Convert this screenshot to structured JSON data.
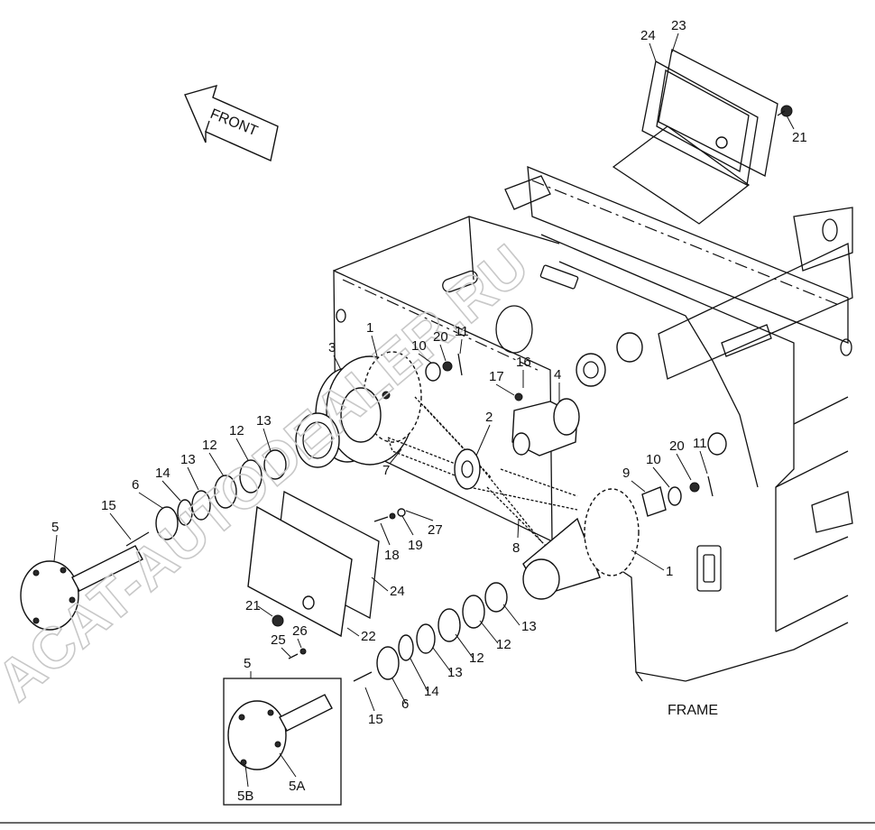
{
  "diagram": {
    "front_label": "FRONT",
    "frame_label": "FRAME",
    "watermark": "ACAT-AUTODEALER.RU",
    "callouts": [
      {
        "id": "c23",
        "text": "23"
      },
      {
        "id": "c24a",
        "text": "24"
      },
      {
        "id": "c21a",
        "text": "21"
      },
      {
        "id": "c1a",
        "text": "1"
      },
      {
        "id": "c3",
        "text": "3"
      },
      {
        "id": "c10a",
        "text": "10"
      },
      {
        "id": "c20a",
        "text": "20"
      },
      {
        "id": "c11a",
        "text": "11"
      },
      {
        "id": "c17",
        "text": "17"
      },
      {
        "id": "c16",
        "text": "16"
      },
      {
        "id": "c4",
        "text": "4"
      },
      {
        "id": "c2",
        "text": "2"
      },
      {
        "id": "c7",
        "text": "7"
      },
      {
        "id": "c13a",
        "text": "13"
      },
      {
        "id": "c12a",
        "text": "12"
      },
      {
        "id": "c13b",
        "text": "13"
      },
      {
        "id": "c12b",
        "text": "12"
      },
      {
        "id": "c14a",
        "text": "14"
      },
      {
        "id": "c6a",
        "text": "6"
      },
      {
        "id": "c15a",
        "text": "15"
      },
      {
        "id": "c5a",
        "text": "5"
      },
      {
        "id": "c9",
        "text": "9"
      },
      {
        "id": "c10b",
        "text": "10"
      },
      {
        "id": "c20b",
        "text": "20"
      },
      {
        "id": "c11b",
        "text": "11"
      },
      {
        "id": "c18",
        "text": "18"
      },
      {
        "id": "c19",
        "text": "19"
      },
      {
        "id": "c27",
        "text": "27"
      },
      {
        "id": "c8",
        "text": "8"
      },
      {
        "id": "c1b",
        "text": "1"
      },
      {
        "id": "c24b",
        "text": "24"
      },
      {
        "id": "c21b",
        "text": "21"
      },
      {
        "id": "c26",
        "text": "26"
      },
      {
        "id": "c25",
        "text": "25"
      },
      {
        "id": "c22",
        "text": "22"
      },
      {
        "id": "c13c",
        "text": "13"
      },
      {
        "id": "c12c",
        "text": "12"
      },
      {
        "id": "c12d",
        "text": "12"
      },
      {
        "id": "c13d",
        "text": "13"
      },
      {
        "id": "c14b",
        "text": "14"
      },
      {
        "id": "c6b",
        "text": "6"
      },
      {
        "id": "c15b",
        "text": "15"
      },
      {
        "id": "c5b",
        "text": "5"
      },
      {
        "id": "c5B",
        "text": "5B"
      },
      {
        "id": "c5A",
        "text": "5A"
      }
    ]
  }
}
